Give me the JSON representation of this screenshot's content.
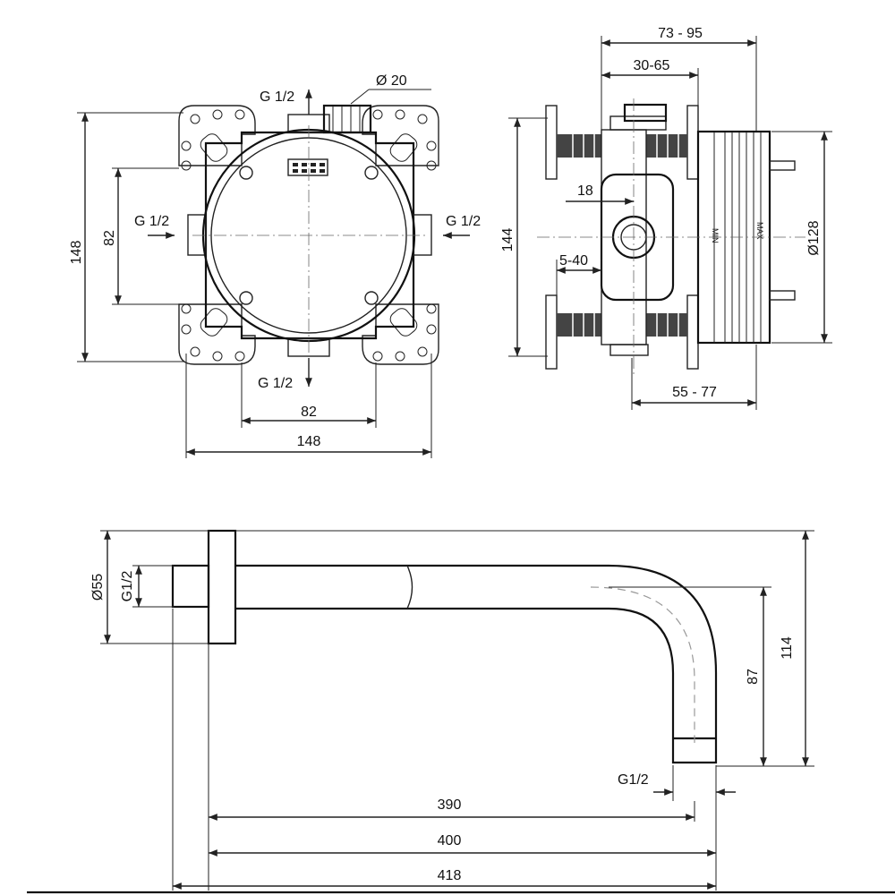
{
  "front_view": {
    "outlet_top_label": "G 1/2",
    "outlet_bottom_label": "G 1/2",
    "inlet_left_label": "G 1/2",
    "inlet_right_label": "G 1/2",
    "port_diameter_label": "Ø 20",
    "height_outer_label": "148",
    "height_inner_label": "82",
    "width_inner_label": "82",
    "width_outer_label": "148"
  },
  "side_view": {
    "depth_range_label": "73 - 95",
    "inner_depth_range_label": "30-65",
    "height_label": "144",
    "offset_label": "18",
    "adjust_range_label": "5-40",
    "diameter_label": "Ø128",
    "rear_depth_range_label": "55 - 77",
    "min_mark": "MIN",
    "max_mark": "MAX"
  },
  "spout_view": {
    "rosette_diameter_label": "Ø55",
    "inlet_thread_label": "G1/2",
    "outlet_thread_label": "G1/2",
    "drop_label": "87",
    "total_height_label": "114",
    "length_390_label": "390",
    "length_400_label": "400",
    "length_418_label": "418"
  }
}
